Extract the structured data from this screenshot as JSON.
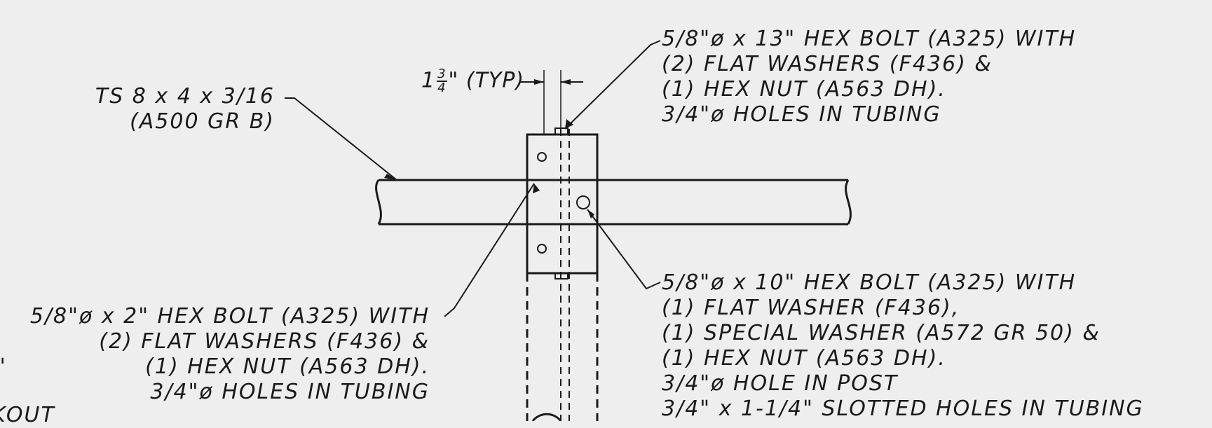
{
  "notes": {
    "bolt_13": [
      "5/8\"ø x 13\" HEX BOLT (A325) WITH",
      "(2) FLAT WASHERS (F436) &",
      "(1) HEX NUT (A563 DH).",
      "3/4\"ø HOLES IN TUBING"
    ],
    "bolt_10": [
      "5/8\"ø x 10\" HEX BOLT (A325) WITH",
      "(1) FLAT WASHER (F436),",
      "(1) SPECIAL WASHER (A572 GR 50) &",
      "(1) HEX NUT (A563 DH).",
      "3/4\"ø HOLE IN POST",
      "3/4\" x 1-1/4\" SLOTTED HOLES IN TUBING"
    ],
    "bolt_2": [
      "5/8\"ø x 2\" HEX BOLT (A325) WITH",
      "(2) FLAT WASHERS (F436) &",
      "(1) HEX NUT (A563 DH).",
      "3/4\"ø HOLES IN TUBING"
    ],
    "tube": [
      "TS 8 x 4 x 3/16",
      "(A500 GR B)"
    ],
    "fragment": [
      "\"",
      "KOUT"
    ]
  },
  "dimension": {
    "whole": "1",
    "numerator": "3",
    "denominator": "4",
    "suffix": "\" (TYP)"
  }
}
